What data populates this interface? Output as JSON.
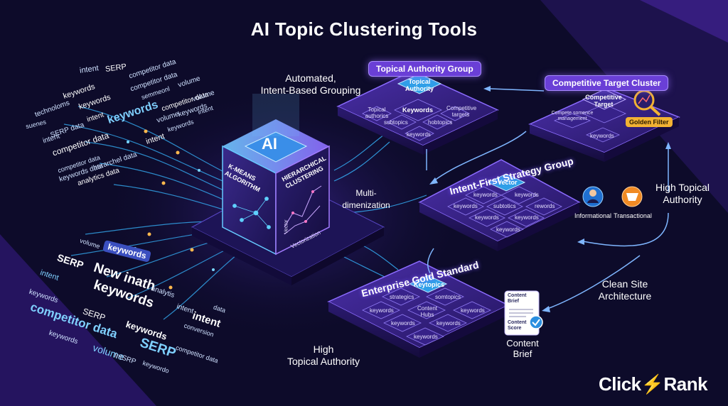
{
  "title": "AI Topic Clustering Tools",
  "labels": {
    "automated": "Automated,",
    "intent_based": "Intent-Based Grouping",
    "multi": "Multi-",
    "dimenization": "dimenization",
    "high_topical_right_1": "High Topical",
    "high_topical_right_2": "Authority",
    "clean_site_1": "Clean Site",
    "clean_site_2": "Architecture",
    "high_bottom_1": "High",
    "high_bottom_2": "Topical Authority"
  },
  "cube": {
    "top": "AI",
    "left_1": "K-MEANS",
    "left_2": "ALGORITHM",
    "right_1": "HIERARCHICAL",
    "right_2": "CLUSTERING",
    "vector": "Vector",
    "vectorization": "Vectorization"
  },
  "groups": {
    "topical": {
      "tag": "Topical Authority Group",
      "center": "Topical Authority",
      "nodes": [
        "Topical authorics",
        "Keywords",
        "Competitive targets",
        "subtopics",
        "hobtopics",
        "keywords"
      ]
    },
    "competitive": {
      "tag": "Competitive Target Cluster",
      "center": "Competitive Target",
      "nodes": [
        "Compete somence management",
        "keywords"
      ],
      "golden": "Golden Filter"
    },
    "intent": {
      "tag": "Intent-First Strategy Group",
      "center": "Vector",
      "nodes": [
        "keywords",
        "keywords",
        "keywords",
        "subtotics",
        "rewords",
        "keywords",
        "keywords",
        "keywords"
      ],
      "personas": [
        "Informational",
        "Transactional"
      ]
    },
    "enterprise": {
      "tag": "Enterprise Gold Standard",
      "center": "Keytopics",
      "nodes": [
        "strategics",
        "somtopics",
        "keywords",
        "Content Hubs",
        "keywords",
        "keywords",
        "keywords",
        "keywords"
      ]
    }
  },
  "brief": {
    "doc1": "Content Brief",
    "doc2": "Content Score",
    "label_1": "Content",
    "label_2": "Brief"
  },
  "logo": {
    "part1": "Click",
    "part2": "Rank"
  },
  "word_cloud_top": [
    "intent",
    "SERP",
    "competitor data",
    "keywords",
    "competitor data",
    "technoloms",
    "keywords",
    "semmeonl",
    "volume",
    "keywords",
    "competitor data",
    "intent",
    "SERP data",
    "keywords",
    "competitor data",
    "intent",
    "volume",
    "keywords",
    "suenes",
    "intent",
    "competitor data",
    "herarchel data",
    "keywords data",
    "analytics data",
    "intent",
    "volume"
  ],
  "word_cloud_bottom": [
    "volume",
    "keywords",
    "SERP",
    "New inath",
    "keywords",
    "intent",
    "analytis",
    "SERP",
    "competitor data",
    "keywords",
    "SERP",
    "intent",
    "volume",
    "IntSRP",
    "keywords",
    "competitor data",
    "data",
    "conversion",
    "keywords",
    "intent",
    "keywordo"
  ]
}
